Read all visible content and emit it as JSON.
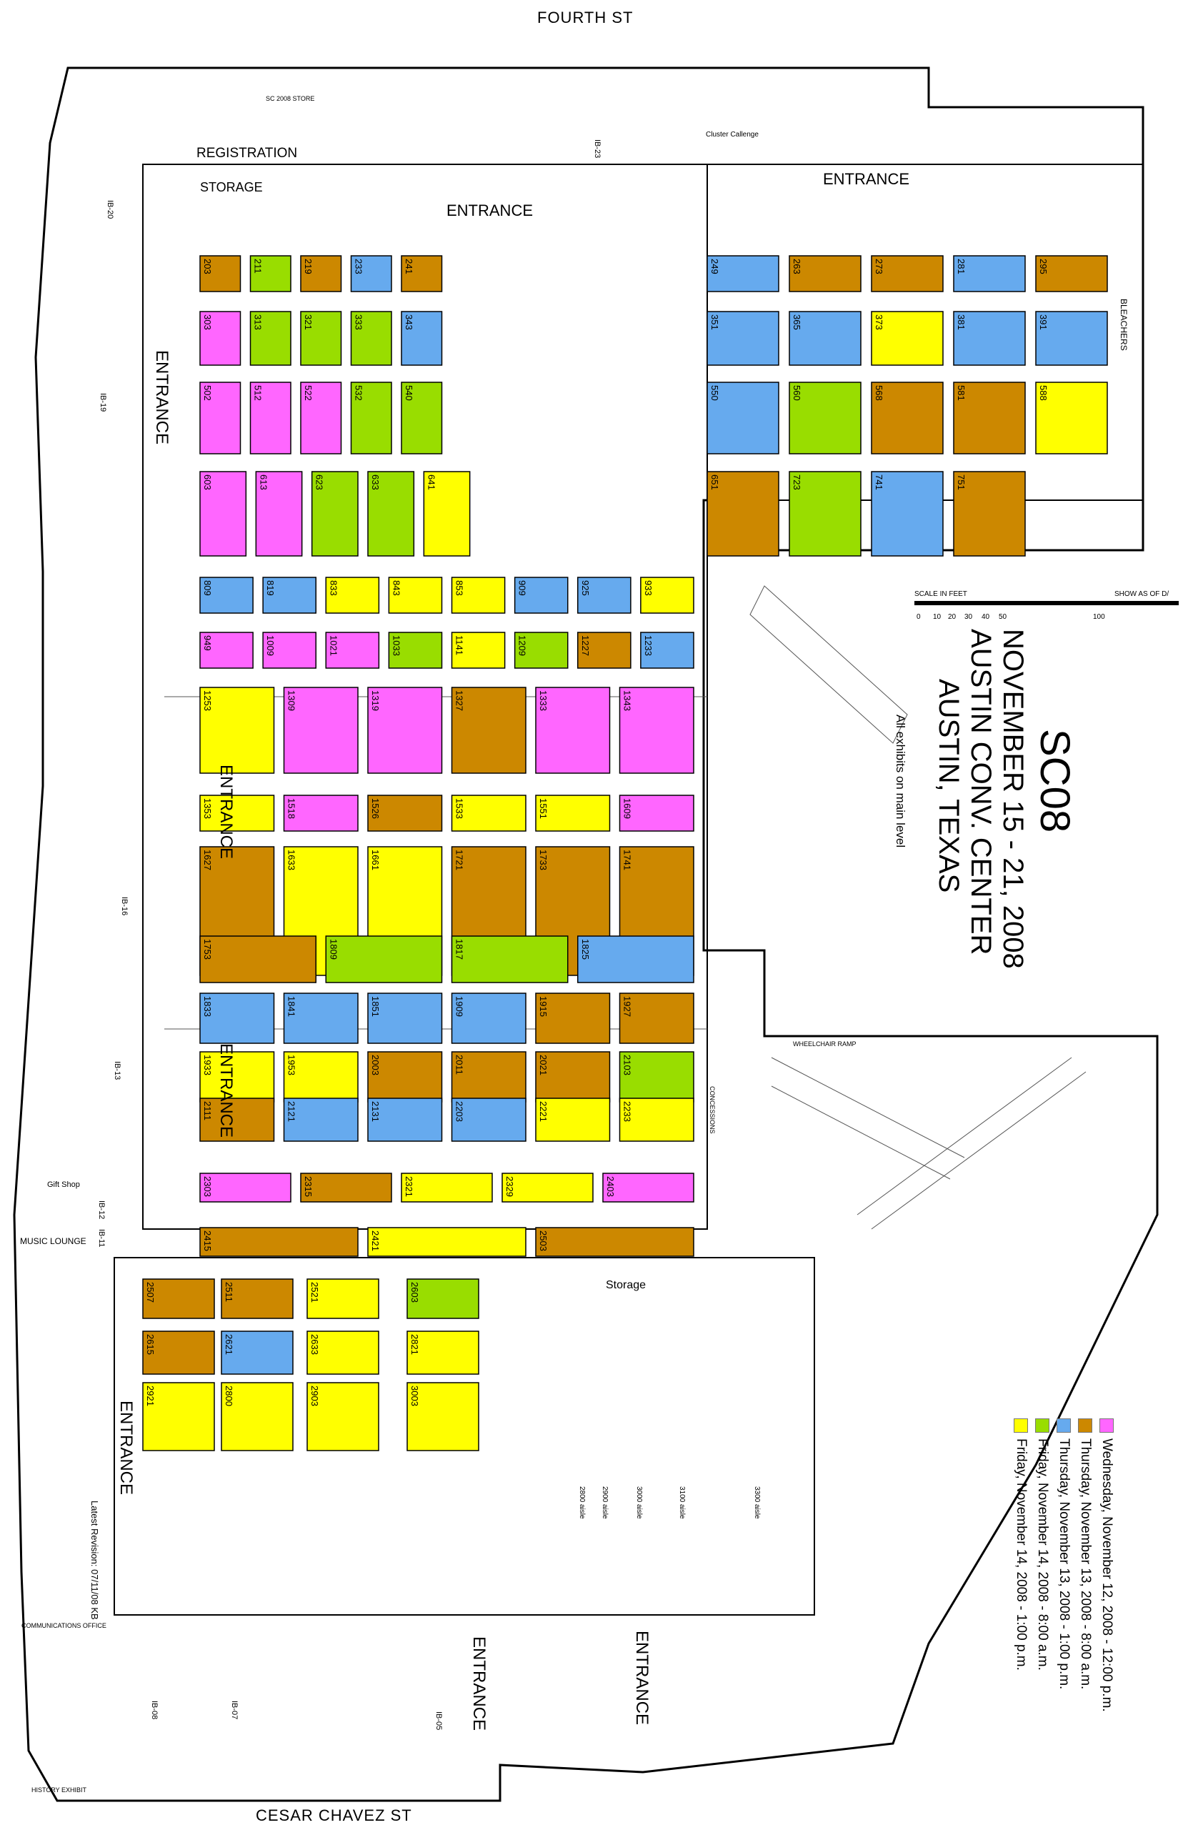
{
  "streets": {
    "top": "FOURTH ST",
    "bottom": "CESAR CHAVEZ ST"
  },
  "event": {
    "title": "SC08",
    "dates": "NOVEMBER 15 - 21, 2008",
    "venue": "AUSTIN CONV. CENTER",
    "city": "AUSTIN, TEXAS",
    "note": "All exhibits on main level",
    "revision": "Latest Revision: 07/11/08 KB"
  },
  "scale": {
    "label": "SCALE IN FEET",
    "ticks": [
      "0",
      "10",
      "20",
      "30",
      "40",
      "50",
      "100"
    ],
    "show_as_of": "SHOW AS OF D/"
  },
  "labels": {
    "registration": "REGISTRATION",
    "storage_top": "STORAGE",
    "storage": "Storage",
    "cluster": "Cluster Callenge",
    "store": "SC 2008 STORE",
    "bleachers": "BLEACHERS",
    "music": "MUSIC LOUNGE",
    "gift": "Gift Shop",
    "comm": "COMMUNICATIONS OFFICE",
    "history": "HISTORY EXHIBIT",
    "wheelchair": "WHEELCHAIR RAMP",
    "concessions": "CONCESSIONS",
    "ib20": "IB-20",
    "ib23": "IB-23",
    "ib19": "IB-19",
    "ib16": "IB-16",
    "ib13": "IB-13",
    "ib12": "IB-12",
    "ib11": "IB-11",
    "ib08": "IB-08",
    "ib07": "IB-07",
    "ib05": "IB-05",
    "aisle2800": "2800 aisle",
    "aisle2900": "2900 aisle",
    "aisle3000": "3000 aisle",
    "aisle3100": "3100 aisle",
    "aisle3300": "3300 aisle"
  },
  "entrances": [
    "ENTRANCE",
    "ENTRANCE",
    "ENTRANCE",
    "ENTRANCE",
    "ENTRANCE",
    "ENTRANCE",
    "ENTRANCE",
    "ENTRANCE"
  ],
  "legend": [
    {
      "color": "#ff66ff",
      "label": "Wednesday, November 12, 2008 - 12:00 p.m."
    },
    {
      "color": "#cc8800",
      "label": "Thursday, November 13, 2008 - 8:00 a.m."
    },
    {
      "color": "#66aaee",
      "label": "Thursday, November 13, 2008 - 1:00 p.m."
    },
    {
      "color": "#99dd00",
      "label": "Friday, November 14, 2008 - 8:00 a.m."
    },
    {
      "color": "#ffff00",
      "label": "Friday, November 14, 2008 - 1:00 p.m."
    }
  ],
  "booth_colors": {
    "w": "#ff66ff",
    "o": "#cc8800",
    "b": "#66aaee",
    "g": "#99dd00",
    "y": "#ffff00"
  },
  "booths": [
    {
      "id": "203",
      "c": "o"
    },
    {
      "id": "211",
      "c": "g"
    },
    {
      "id": "219",
      "c": "o"
    },
    {
      "id": "233",
      "c": "b"
    },
    {
      "id": "241",
      "c": "o"
    },
    {
      "id": "249",
      "c": "b"
    },
    {
      "id": "263",
      "c": "o"
    },
    {
      "id": "273",
      "c": "o"
    },
    {
      "id": "281",
      "c": "b"
    },
    {
      "id": "295",
      "c": "o"
    },
    {
      "id": "303",
      "c": "w"
    },
    {
      "id": "313",
      "c": "g"
    },
    {
      "id": "321",
      "c": "g"
    },
    {
      "id": "333",
      "c": "g"
    },
    {
      "id": "343",
      "c": "b"
    },
    {
      "id": "351",
      "c": "b"
    },
    {
      "id": "365",
      "c": "b"
    },
    {
      "id": "373",
      "c": "y"
    },
    {
      "id": "381",
      "c": "b"
    },
    {
      "id": "391",
      "c": "b"
    },
    {
      "id": "502",
      "c": "w"
    },
    {
      "id": "512",
      "c": "w"
    },
    {
      "id": "522",
      "c": "w"
    },
    {
      "id": "532",
      "c": "g"
    },
    {
      "id": "540",
      "c": "g"
    },
    {
      "id": "550",
      "c": "b"
    },
    {
      "id": "560",
      "c": "g"
    },
    {
      "id": "568",
      "c": "o"
    },
    {
      "id": "581",
      "c": "o"
    },
    {
      "id": "588",
      "c": "y"
    },
    {
      "id": "603",
      "c": "w"
    },
    {
      "id": "613",
      "c": "w"
    },
    {
      "id": "623",
      "c": "g"
    },
    {
      "id": "633",
      "c": "g"
    },
    {
      "id": "641",
      "c": "y"
    },
    {
      "id": "651",
      "c": "o"
    },
    {
      "id": "723",
      "c": "g"
    },
    {
      "id": "741",
      "c": "b"
    },
    {
      "id": "751",
      "c": "o"
    },
    {
      "id": "809",
      "c": "b"
    },
    {
      "id": "819",
      "c": "b"
    },
    {
      "id": "833",
      "c": "y"
    },
    {
      "id": "843",
      "c": "y"
    },
    {
      "id": "853",
      "c": "y"
    },
    {
      "id": "909",
      "c": "b"
    },
    {
      "id": "925",
      "c": "b"
    },
    {
      "id": "933",
      "c": "y"
    },
    {
      "id": "949",
      "c": "w"
    },
    {
      "id": "1009",
      "c": "w"
    },
    {
      "id": "1021",
      "c": "w"
    },
    {
      "id": "1033",
      "c": "g"
    },
    {
      "id": "1141",
      "c": "y"
    },
    {
      "id": "1209",
      "c": "g"
    },
    {
      "id": "1227",
      "c": "o"
    },
    {
      "id": "1233",
      "c": "b"
    },
    {
      "id": "1253",
      "c": "y"
    },
    {
      "id": "1309",
      "c": "w"
    },
    {
      "id": "1319",
      "c": "w"
    },
    {
      "id": "1327",
      "c": "o"
    },
    {
      "id": "1333",
      "c": "w"
    },
    {
      "id": "1343",
      "c": "w"
    },
    {
      "id": "1353",
      "c": "y"
    },
    {
      "id": "1518",
      "c": "w"
    },
    {
      "id": "1526",
      "c": "o"
    },
    {
      "id": "1533",
      "c": "y"
    },
    {
      "id": "1551",
      "c": "y"
    },
    {
      "id": "1609",
      "c": "w"
    },
    {
      "id": "1627",
      "c": "o"
    },
    {
      "id": "1633",
      "c": "y"
    },
    {
      "id": "1661",
      "c": "y"
    },
    {
      "id": "1721",
      "c": "o"
    },
    {
      "id": "1733",
      "c": "o"
    },
    {
      "id": "1741",
      "c": "o"
    },
    {
      "id": "1753",
      "c": "o"
    },
    {
      "id": "1809",
      "c": "g"
    },
    {
      "id": "1817",
      "c": "g"
    },
    {
      "id": "1825",
      "c": "b"
    },
    {
      "id": "1833",
      "c": "b"
    },
    {
      "id": "1841",
      "c": "b"
    },
    {
      "id": "1851",
      "c": "b"
    },
    {
      "id": "1909",
      "c": "b"
    },
    {
      "id": "1915",
      "c": "o"
    },
    {
      "id": "1927",
      "c": "o"
    },
    {
      "id": "1933",
      "c": "y"
    },
    {
      "id": "1953",
      "c": "y"
    },
    {
      "id": "2003",
      "c": "o"
    },
    {
      "id": "2011",
      "c": "o"
    },
    {
      "id": "2021",
      "c": "o"
    },
    {
      "id": "2103",
      "c": "g"
    },
    {
      "id": "2111",
      "c": "o"
    },
    {
      "id": "2121",
      "c": "b"
    },
    {
      "id": "2131",
      "c": "b"
    },
    {
      "id": "2203",
      "c": "b"
    },
    {
      "id": "2221",
      "c": "y"
    },
    {
      "id": "2233",
      "c": "y"
    },
    {
      "id": "2303",
      "c": "w"
    },
    {
      "id": "2315",
      "c": "o"
    },
    {
      "id": "2321",
      "c": "y"
    },
    {
      "id": "2329",
      "c": "y"
    },
    {
      "id": "2403",
      "c": "w"
    },
    {
      "id": "2415",
      "c": "o"
    },
    {
      "id": "2421",
      "c": "y"
    },
    {
      "id": "2503",
      "c": "o"
    },
    {
      "id": "2507",
      "c": "o"
    },
    {
      "id": "2511",
      "c": "o"
    },
    {
      "id": "2521",
      "c": "y"
    },
    {
      "id": "2603",
      "c": "g"
    },
    {
      "id": "2615",
      "c": "o"
    },
    {
      "id": "2621",
      "c": "b"
    },
    {
      "id": "2633",
      "c": "y"
    },
    {
      "id": "2821",
      "c": "y"
    },
    {
      "id": "2921",
      "c": "y"
    },
    {
      "id": "2800",
      "c": "y"
    },
    {
      "id": "2903",
      "c": "y"
    },
    {
      "id": "3003",
      "c": "y"
    }
  ]
}
